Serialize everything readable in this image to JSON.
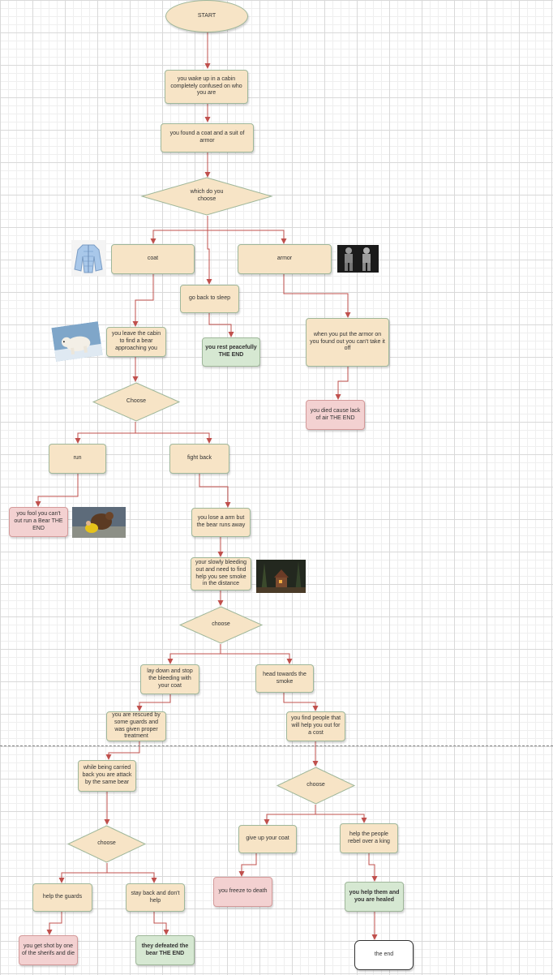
{
  "nodes": {
    "start": "START",
    "wake": "you wake up in a cabin completely confused on who you are",
    "found": "you found a coat and  a  suit of armor",
    "which": "which do you choose",
    "coat": "coat",
    "armor": "armor",
    "sleep": "go back to sleep",
    "leave": "you leave the cabin to find a bear approaching you",
    "rest": "you rest peacefully THE END",
    "armor_stuck": "when you put the armor on you found out you can't take it off",
    "choose1": "Choose",
    "died": "you died cause lack of air THE END",
    "run": "run",
    "fight": "fight back",
    "fool": "you fool you can't out run a Bear THE END",
    "lose_arm": "you  lose a arm but the bear runs away",
    "bleeding": "your slowly  bleeding out and need to find help you see smoke in the distance",
    "choose2": "choose",
    "lay_down": "lay down and stop the bleeding  with your coat",
    "head_smoke": "head towards the smoke",
    "rescued": "you are rescued by some guards and was given proper treatment",
    "people": "you find people that will help you out for a cost",
    "carried": "while being carried back you are attack by the same bear",
    "choose3": "choose",
    "choose4": "choose",
    "give_coat": "give up your coat",
    "rebel": "help the people rebel over a king",
    "help_guards": "help the guards",
    "stay_back": "stay back and don't help",
    "freeze": "you freeze to death",
    "healed": "you help them and you are healed",
    "shot": "you get shot by one of the sherifs and die",
    "defeated": "they defeated the bear THE END",
    "the_end": "the end"
  },
  "colors": {
    "process": "#f7e4c6",
    "good_end": "#d6e8d2",
    "bad_end": "#f3d1d1",
    "connector": "#c0504d",
    "grid": "#d9d9d9"
  },
  "images": [
    "puffer-coat-picture",
    "armor-suits-picture",
    "polar-bear-picture",
    "bear-attack-picture",
    "cabin-forest-picture"
  ]
}
